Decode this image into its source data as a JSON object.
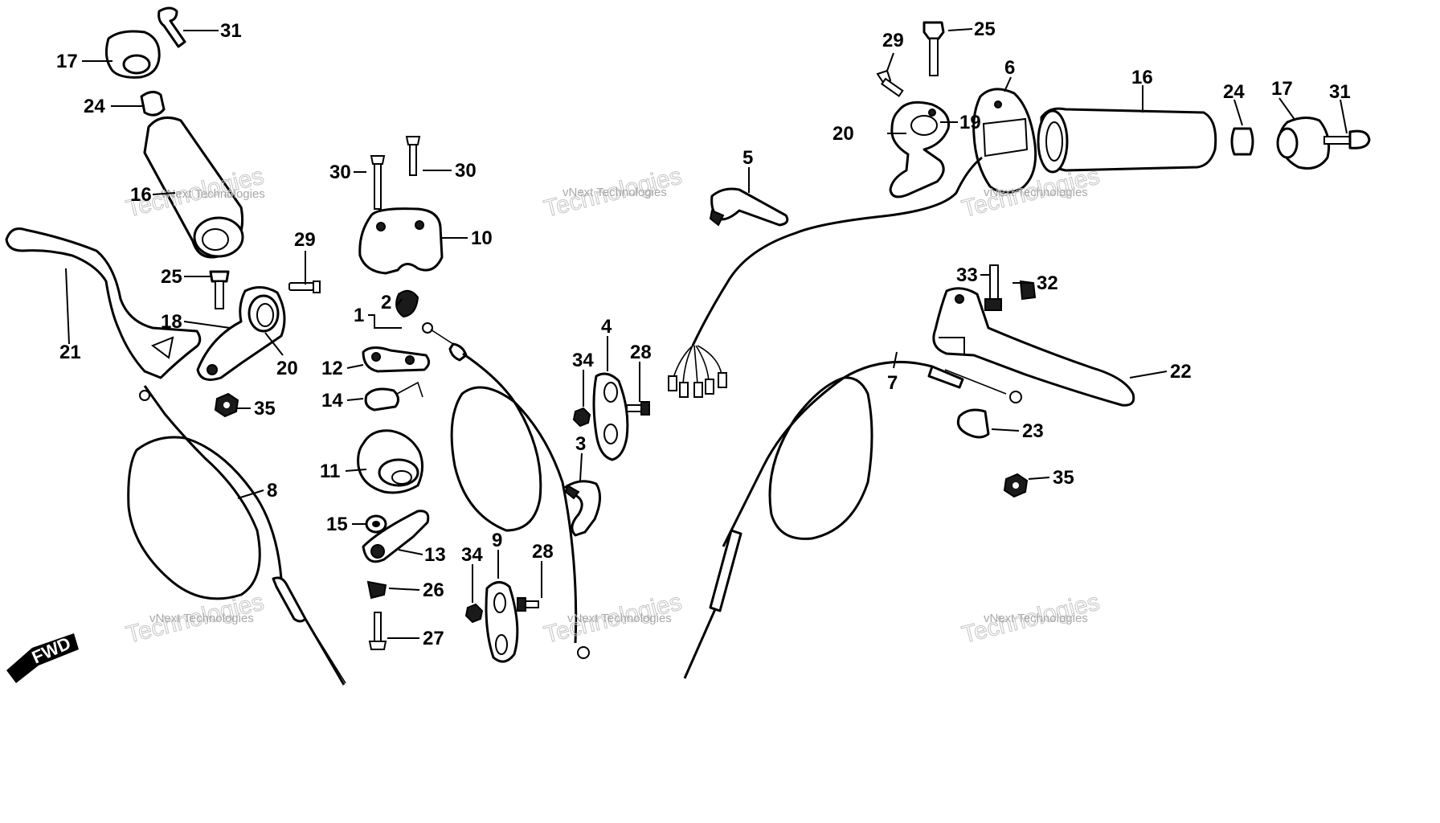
{
  "diagram": {
    "callouts": [
      "1",
      "2",
      "3",
      "4",
      "5",
      "6",
      "7",
      "8",
      "9",
      "10",
      "11",
      "12",
      "13",
      "14",
      "15",
      "16",
      "16",
      "17",
      "17",
      "18",
      "19",
      "20",
      "20",
      "21",
      "22",
      "23",
      "24",
      "24",
      "25",
      "25",
      "26",
      "27",
      "28",
      "28",
      "29",
      "29",
      "30",
      "30",
      "31",
      "31",
      "32",
      "33",
      "34",
      "34",
      "35",
      "35"
    ],
    "direction_marker": "FWD",
    "watermark": {
      "line_small": "vNext Technologies",
      "line_big": "Technologies"
    }
  }
}
